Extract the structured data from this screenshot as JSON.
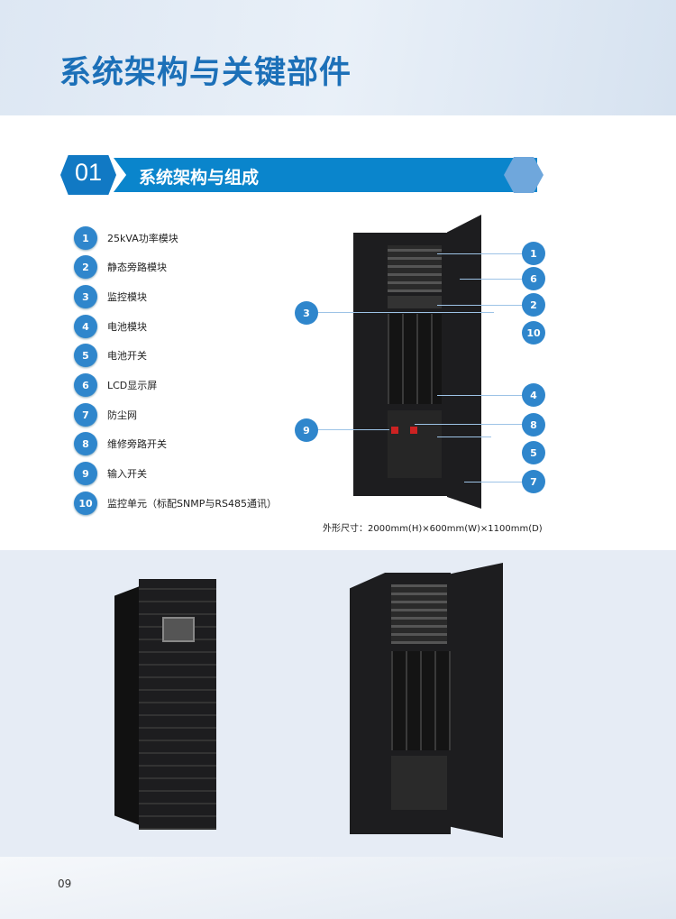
{
  "header": {
    "title": "系统架构与关键部件"
  },
  "section": {
    "number": "01",
    "title": "系统架构与组成"
  },
  "components": [
    {
      "n": "1",
      "label": "25kVA功率模块"
    },
    {
      "n": "2",
      "label": "静态旁路模块"
    },
    {
      "n": "3",
      "label": "监控模块"
    },
    {
      "n": "4",
      "label": "电池模块"
    },
    {
      "n": "5",
      "label": "电池开关"
    },
    {
      "n": "6",
      "label": "LCD显示屏"
    },
    {
      "n": "7",
      "label": "防尘网"
    },
    {
      "n": "8",
      "label": "维修旁路开关"
    },
    {
      "n": "9",
      "label": "输入开关"
    },
    {
      "n": "10",
      "label": "监控单元（标配SNMP与RS485通讯）"
    }
  ],
  "dimensions": "外形尺寸：2000mm(H)×600mm(W)×1100mm(D)",
  "footer": {
    "page": "09"
  }
}
